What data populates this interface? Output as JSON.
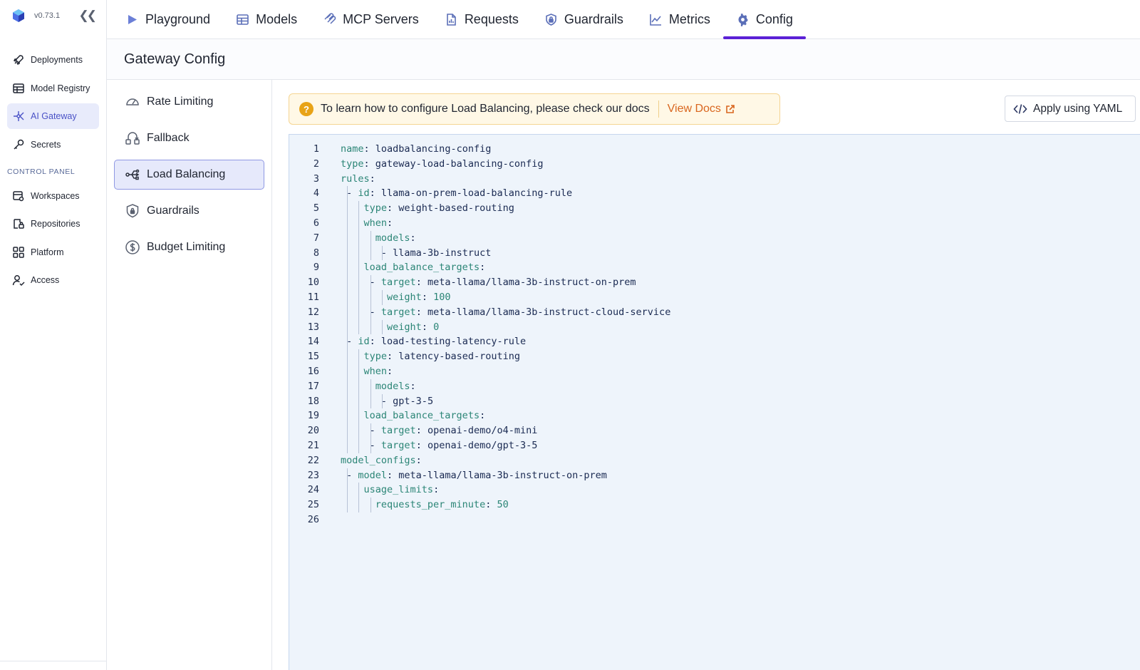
{
  "app": {
    "version": "v0.73.1"
  },
  "sidebar": {
    "items": [
      {
        "label": "Deployments",
        "icon": "rocket-icon",
        "active": false
      },
      {
        "label": "Model Registry",
        "icon": "table-icon",
        "active": false
      },
      {
        "label": "AI Gateway",
        "icon": "gateway-icon",
        "active": true
      },
      {
        "label": "Secrets",
        "icon": "key-icon",
        "active": false
      }
    ],
    "section_label": "CONTROL PANEL",
    "control_items": [
      {
        "label": "Workspaces",
        "icon": "workspaces-icon"
      },
      {
        "label": "Repositories",
        "icon": "repositories-icon"
      },
      {
        "label": "Platform",
        "icon": "platform-icon"
      },
      {
        "label": "Access",
        "icon": "access-icon"
      }
    ]
  },
  "tabs": [
    {
      "label": "Playground",
      "icon": "play-icon",
      "active": false
    },
    {
      "label": "Models",
      "icon": "table-icon",
      "active": false
    },
    {
      "label": "MCP Servers",
      "icon": "mcp-icon",
      "active": false
    },
    {
      "label": "Requests",
      "icon": "document-icon",
      "active": false
    },
    {
      "label": "Guardrails",
      "icon": "shield-icon",
      "active": false
    },
    {
      "label": "Metrics",
      "icon": "chart-icon",
      "active": false
    },
    {
      "label": "Config",
      "icon": "gear-icon",
      "active": true
    }
  ],
  "page": {
    "title": "Gateway Config"
  },
  "submenu": [
    {
      "label": "Rate Limiting",
      "icon": "gauge-icon",
      "active": false
    },
    {
      "label": "Fallback",
      "icon": "fallback-icon",
      "active": false
    },
    {
      "label": "Load Balancing",
      "icon": "load-balancing-icon",
      "active": true
    },
    {
      "label": "Guardrails",
      "icon": "shield-icon",
      "active": false
    },
    {
      "label": "Budget Limiting",
      "icon": "dollar-icon",
      "active": false
    }
  ],
  "banner": {
    "text": "To learn how to configure Load Balancing, please check our docs",
    "link": "View Docs"
  },
  "apply_button": "Apply using YAML",
  "colors": {
    "accent": "#5b21d6",
    "active_bg": "#e8ebfb",
    "banner_bg": "#fff8e6",
    "link": "#d9661f",
    "yaml_key": "#2b8576",
    "editor_bg": "#eef4fb"
  },
  "editor": {
    "lines": [
      {
        "n": "1",
        "indent": 0,
        "dash": false,
        "key": "name",
        "value": "loadbalancing-config"
      },
      {
        "n": "2",
        "indent": 0,
        "dash": false,
        "key": "type",
        "value": "gateway-load-balancing-config"
      },
      {
        "n": "3",
        "indent": 0,
        "dash": false,
        "key": "rules",
        "value": ""
      },
      {
        "n": "4",
        "indent": 1,
        "dash": true,
        "key": "id",
        "value": "llama-on-prem-load-balancing-rule"
      },
      {
        "n": "5",
        "indent": 2,
        "dash": false,
        "key": "type",
        "value": "weight-based-routing"
      },
      {
        "n": "6",
        "indent": 2,
        "dash": false,
        "key": "when",
        "value": ""
      },
      {
        "n": "7",
        "indent": 3,
        "dash": false,
        "key": "models",
        "value": ""
      },
      {
        "n": "8",
        "indent": 4,
        "dash": true,
        "key": "",
        "value": "llama-3b-instruct"
      },
      {
        "n": "9",
        "indent": 2,
        "dash": false,
        "key": "load_balance_targets",
        "value": ""
      },
      {
        "n": "10",
        "indent": 3,
        "dash": true,
        "key": "target",
        "value": "meta-llama/llama-3b-instruct-on-prem"
      },
      {
        "n": "11",
        "indent": 4,
        "dash": false,
        "key": "weight",
        "value": "100"
      },
      {
        "n": "12",
        "indent": 3,
        "dash": true,
        "key": "target",
        "value": "meta-llama/llama-3b-instruct-cloud-service"
      },
      {
        "n": "13",
        "indent": 4,
        "dash": false,
        "key": "weight",
        "value": "0"
      },
      {
        "n": "14",
        "indent": 1,
        "dash": true,
        "key": "id",
        "value": "load-testing-latency-rule"
      },
      {
        "n": "15",
        "indent": 2,
        "dash": false,
        "key": "type",
        "value": "latency-based-routing"
      },
      {
        "n": "16",
        "indent": 2,
        "dash": false,
        "key": "when",
        "value": ""
      },
      {
        "n": "17",
        "indent": 3,
        "dash": false,
        "key": "models",
        "value": ""
      },
      {
        "n": "18",
        "indent": 4,
        "dash": true,
        "key": "",
        "value": "gpt-3-5"
      },
      {
        "n": "19",
        "indent": 2,
        "dash": false,
        "key": "load_balance_targets",
        "value": ""
      },
      {
        "n": "20",
        "indent": 3,
        "dash": true,
        "key": "target",
        "value": "openai-demo/o4-mini"
      },
      {
        "n": "21",
        "indent": 3,
        "dash": true,
        "key": "target",
        "value": "openai-demo/gpt-3-5"
      },
      {
        "n": "22",
        "indent": 0,
        "dash": false,
        "key": "model_configs",
        "value": ""
      },
      {
        "n": "23",
        "indent": 1,
        "dash": true,
        "key": "model",
        "value": "meta-llama/llama-3b-instruct-on-prem"
      },
      {
        "n": "24",
        "indent": 2,
        "dash": false,
        "key": "usage_limits",
        "value": ""
      },
      {
        "n": "25",
        "indent": 3,
        "dash": false,
        "key": "requests_per_minute",
        "value": "50"
      },
      {
        "n": "26",
        "indent": 0,
        "dash": false,
        "key": "",
        "value": ""
      }
    ]
  }
}
